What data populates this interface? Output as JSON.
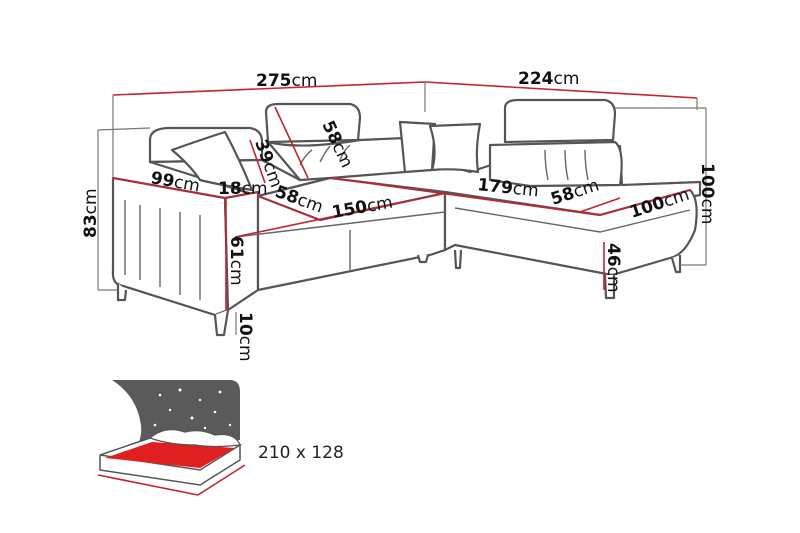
{
  "dimensions": {
    "total_width_left": {
      "value": "275",
      "unit": "cm"
    },
    "total_width_right": {
      "value": "224",
      "unit": "cm"
    },
    "height_right": {
      "value": "100",
      "unit": "cm"
    },
    "height_left": {
      "value": "83",
      "unit": "cm"
    },
    "armrest_depth": {
      "value": "99",
      "unit": "cm"
    },
    "armrest_width": {
      "value": "18",
      "unit": "cm"
    },
    "backrest_height": {
      "value": "39",
      "unit": "cm"
    },
    "headrest_height": {
      "value": "58",
      "unit": "cm"
    },
    "seat_depth_left": {
      "value": "58",
      "unit": "cm"
    },
    "seat_width_left": {
      "value": "150",
      "unit": "cm"
    },
    "seat_width_right": {
      "value": "179",
      "unit": "cm"
    },
    "seat_depth_right": {
      "value": "58",
      "unit": "cm"
    },
    "chaise_depth": {
      "value": "100",
      "unit": "cm"
    },
    "seat_height_left": {
      "value": "61",
      "unit": "cm"
    },
    "seat_height_right": {
      "value": "46",
      "unit": "cm"
    },
    "leg_height": {
      "value": "10",
      "unit": "cm"
    }
  },
  "bed": {
    "size": "210 x 128"
  },
  "colors": {
    "dimension_line": "#c4242b",
    "outline": "#555555",
    "bed_surface": "#e0201e",
    "night_sky": "#5a5a5a"
  }
}
